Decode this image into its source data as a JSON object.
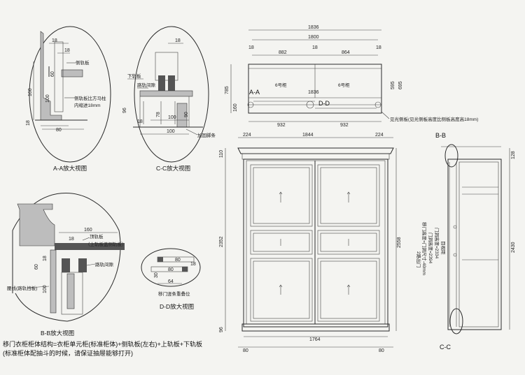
{
  "details": {
    "aa": {
      "title": "A-A放大视图",
      "labels": [
        "侧轨板",
        "侧轨板比方马柱",
        "内缩进18mm"
      ],
      "dims": [
        "18",
        "18",
        "60",
        "160",
        "100",
        "80",
        "18"
      ]
    },
    "cc": {
      "title": "C-C放大视图",
      "labels": [
        "下轨板",
        "路轨间隙",
        "加固脚条"
      ],
      "dims": [
        "18",
        "96",
        "78",
        "90",
        "18",
        "100",
        "100"
      ]
    },
    "bb": {
      "title": "B-B放大视图",
      "labels": [
        "顶轨板",
        "（上轨板盖侧轨板）",
        "路轨间隙",
        "腰线(路轨挡板)"
      ],
      "dims": [
        "160",
        "18",
        "18",
        "60",
        "100"
      ]
    },
    "dd": {
      "title": "D-D放大视图",
      "labels": [
        "移门竖条重叠位"
      ],
      "dims": [
        "80",
        "18",
        "30",
        "80",
        "64"
      ]
    }
  },
  "plan": {
    "dims": {
      "total_outer": "1836",
      "total_inner": "1800",
      "left_width": "882",
      "right_width": "864",
      "bottom_span": "1836",
      "door_left": "932",
      "door_right": "932",
      "side_18a": "18",
      "side_18b": "18",
      "mid_18": "18",
      "depth_left": "785",
      "depth_695": "695",
      "depth_595": "595",
      "depth_160": "160"
    },
    "cabinet_labels": [
      "6号柜",
      "6号柜"
    ],
    "section_labels": [
      "A-A",
      "D-D"
    ],
    "note": "见光侧板(见光侧板高度比侧板高度高18mm)"
  },
  "front": {
    "dims": {
      "top_left": "224",
      "top_mid": "1844",
      "top_right": "224",
      "height_top": "110",
      "height_main": "2352",
      "height_bottom": "96",
      "height_total": "2558",
      "bottom_width": "1764",
      "bottom_left": "80",
      "bottom_right": "80"
    }
  },
  "side": {
    "dims": {
      "height_top": "128",
      "height_main": "2430"
    },
    "section_labels": [
      "B-B",
      "C-C"
    ],
    "vertical_labels": [
      "2路出门",
      "移门高度=门洞尺寸-40mm",
      "门洞高度=2394",
      "门洞高度=2334",
      "目视距"
    ]
  },
  "footer": {
    "line1": "移门衣柜柜体结构=衣柜单元柜(标准柜体)+侧轨板(左右)+上轨板+下轨板",
    "line2": "(标准柜体配抽斗的时候，请保证抽屉能够打开)"
  }
}
